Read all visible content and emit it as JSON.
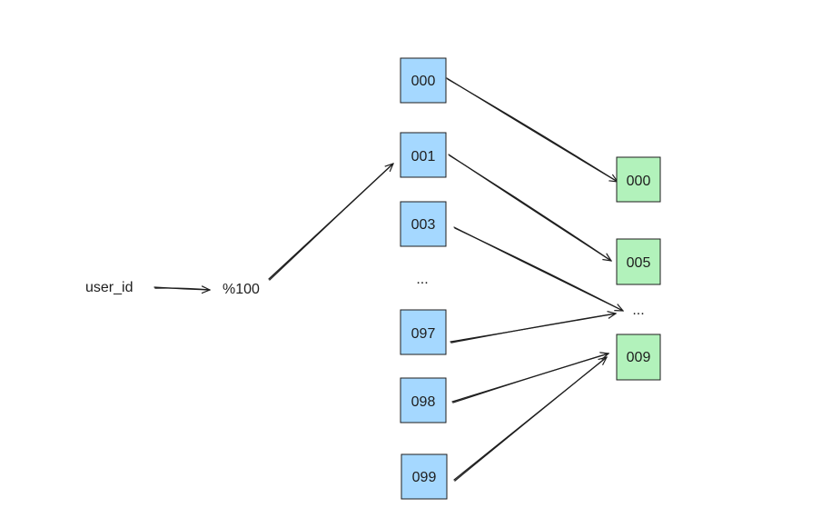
{
  "diagram": {
    "input_label": "user_id",
    "operation_label": "%100",
    "source_nodes": [
      {
        "id": "s000",
        "label": "000"
      },
      {
        "id": "s001",
        "label": "001"
      },
      {
        "id": "s003",
        "label": "003"
      },
      {
        "id": "s097",
        "label": "097"
      },
      {
        "id": "s098",
        "label": "098"
      },
      {
        "id": "s099",
        "label": "099"
      }
    ],
    "source_ellipsis": "...",
    "target_nodes": [
      {
        "id": "t000",
        "label": "000"
      },
      {
        "id": "t005",
        "label": "005"
      },
      {
        "id": "t009",
        "label": "009"
      }
    ],
    "target_ellipsis": "...",
    "edges": [
      {
        "from": "user_id",
        "to": "%100"
      },
      {
        "from": "%100",
        "to": "s001"
      },
      {
        "from": "s000",
        "to": "t000"
      },
      {
        "from": "s001",
        "to": "t005"
      },
      {
        "from": "s003",
        "to": "target_ellipsis"
      },
      {
        "from": "s097",
        "to": "target_ellipsis"
      },
      {
        "from": "s098",
        "to": "t009"
      },
      {
        "from": "s099",
        "to": "t009"
      }
    ],
    "colors": {
      "source_fill": "#a5d8ff",
      "target_fill": "#b2f2bb",
      "stroke": "#1e1e1e"
    }
  }
}
